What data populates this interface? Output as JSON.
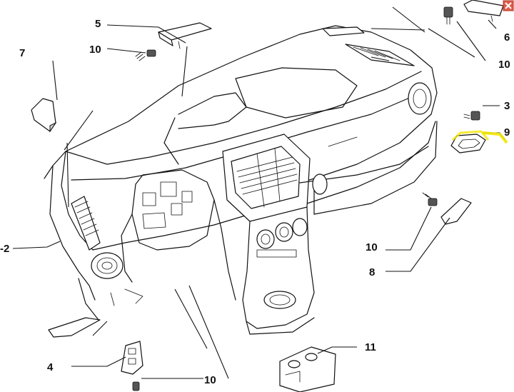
{
  "diagram": {
    "callouts": [
      "5",
      "10",
      "7",
      "-2",
      "4",
      "10",
      "11",
      "8",
      "10",
      "9",
      "3",
      "10",
      "6"
    ]
  },
  "colors": {
    "line": "#111111",
    "highlight": "#f2e600",
    "close_badge": "#e05a4a"
  },
  "icons": [
    "close-icon"
  ]
}
